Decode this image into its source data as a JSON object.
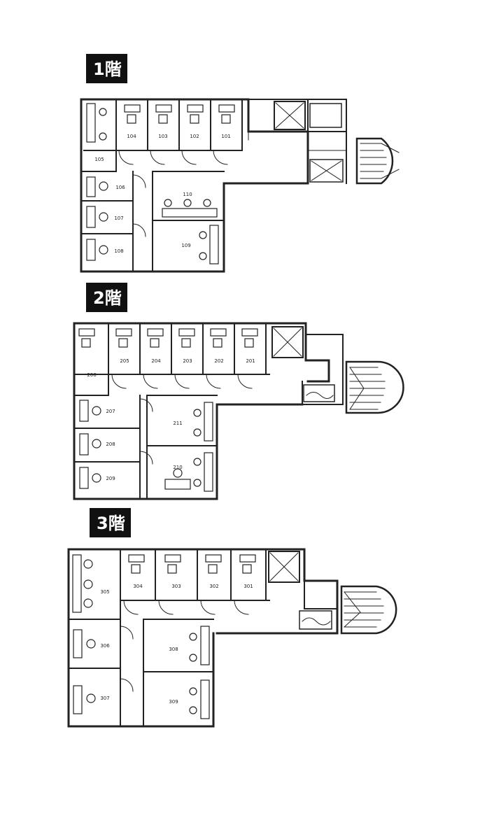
{
  "floors": [
    {
      "label": "1階",
      "rooms": [
        "105",
        "104",
        "103",
        "102",
        "101",
        "106",
        "107",
        "108",
        "110",
        "109"
      ]
    },
    {
      "label": "2階",
      "rooms": [
        "206",
        "205",
        "204",
        "203",
        "202",
        "201",
        "207",
        "208",
        "209",
        "210",
        "211"
      ]
    },
    {
      "label": "3階",
      "rooms": [
        "305",
        "304",
        "303",
        "302",
        "301",
        "306",
        "307",
        "308",
        "309"
      ]
    }
  ]
}
